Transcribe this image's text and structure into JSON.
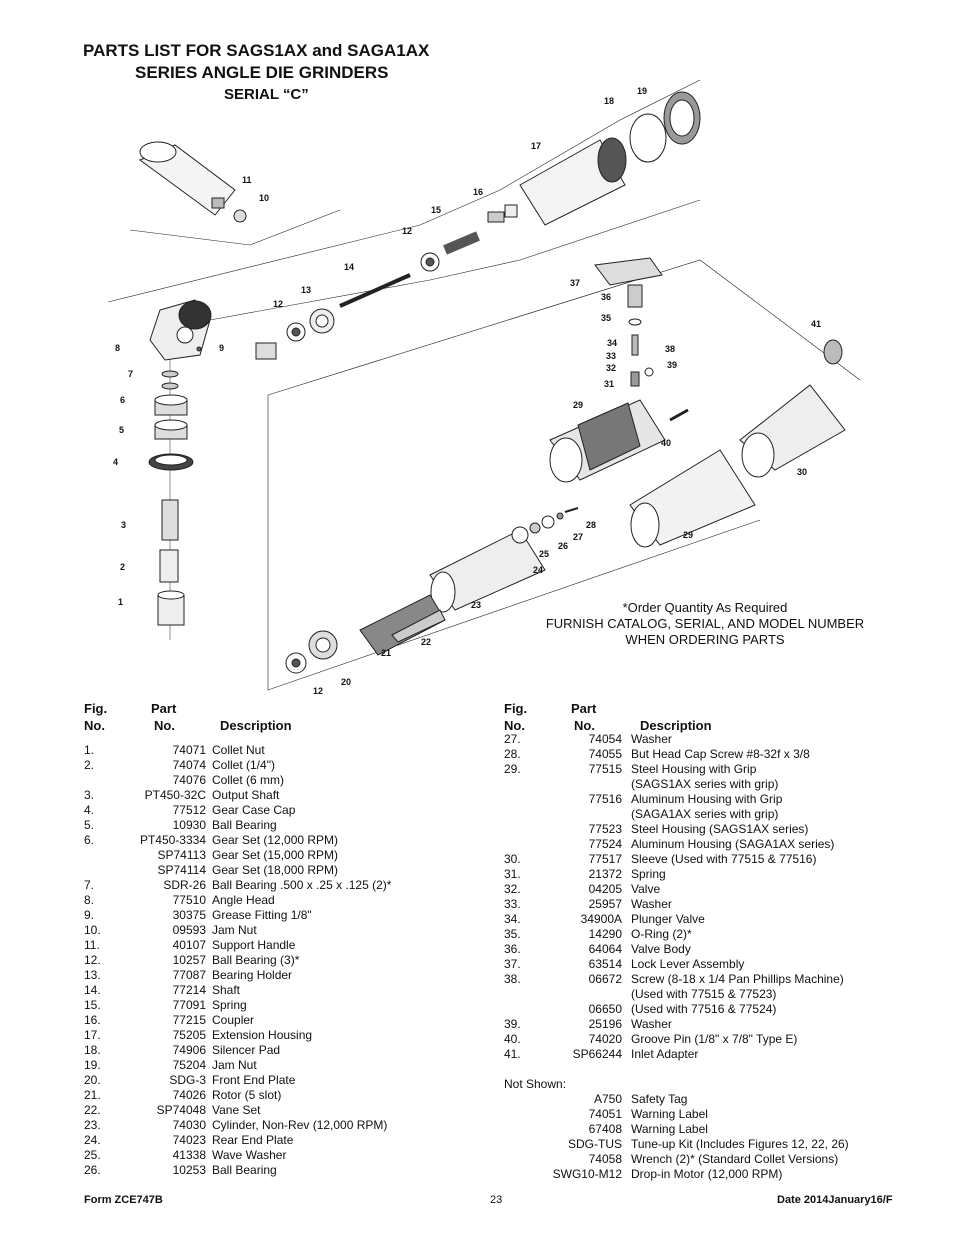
{
  "title": {
    "line1": "PARTS LIST FOR SAGS1AX and SAGA1AX",
    "line2": "SERIES ANGLE DIE GRINDERS",
    "line3": "SERIAL “C”"
  },
  "callouts": [
    "1",
    "2",
    "3",
    "4",
    "5",
    "6",
    "7",
    "8",
    "9",
    "10",
    "11",
    "12",
    "12",
    "12",
    "13",
    "14",
    "15",
    "16",
    "17",
    "18",
    "19",
    "20",
    "21",
    "22",
    "23",
    "24",
    "25",
    "26",
    "27",
    "28",
    "29",
    "29",
    "30",
    "31",
    "32",
    "33",
    "34",
    "35",
    "36",
    "37",
    "38",
    "39",
    "40",
    "41"
  ],
  "note": {
    "line1": "*Order Quantity As Required",
    "line2": "FURNISH CATALOG, SERIAL, AND MODEL NUMBER",
    "line3": "WHEN ORDERING PARTS"
  },
  "table_headers": {
    "fig_1": "Fig.",
    "fig_2": "No.",
    "part_1": "Part",
    "part_2": "No.",
    "desc": "Description"
  },
  "left_rows": [
    {
      "fig": "1.",
      "part": "74071",
      "desc": "Collet Nut"
    },
    {
      "fig": "2.",
      "part": "74074",
      "desc": "Collet (1/4\")"
    },
    {
      "fig": "",
      "part": "74076",
      "desc": "Collet (6 mm)"
    },
    {
      "fig": "3.",
      "part": "PT450-32C",
      "desc": "Output Shaft"
    },
    {
      "fig": "4.",
      "part": "77512",
      "desc": "Gear Case Cap"
    },
    {
      "fig": "5.",
      "part": "10930",
      "desc": "Ball Bearing"
    },
    {
      "fig": "6.",
      "part": "PT450-3334",
      "desc": "Gear Set (12,000 RPM)"
    },
    {
      "fig": "",
      "part": "SP74113",
      "desc": "Gear Set (15,000 RPM)"
    },
    {
      "fig": "",
      "part": "SP74114",
      "desc": "Gear Set (18,000 RPM)"
    },
    {
      "fig": "7.",
      "part": "SDR-26",
      "desc": "Ball Bearing .500 x .25 x .125 (2)*"
    },
    {
      "fig": "8.",
      "part": "77510",
      "desc": "Angle Head"
    },
    {
      "fig": "9.",
      "part": "30375",
      "desc": "Grease Fitting 1/8\""
    },
    {
      "fig": "10.",
      "part": "09593",
      "desc": "Jam Nut"
    },
    {
      "fig": "11.",
      "part": "40107",
      "desc": "Support Handle"
    },
    {
      "fig": "12.",
      "part": "10257",
      "desc": "Ball Bearing (3)*"
    },
    {
      "fig": "13.",
      "part": "77087",
      "desc": "Bearing Holder"
    },
    {
      "fig": "14.",
      "part": "77214",
      "desc": "Shaft"
    },
    {
      "fig": "15.",
      "part": "77091",
      "desc": "Spring"
    },
    {
      "fig": "16.",
      "part": "77215",
      "desc": "Coupler"
    },
    {
      "fig": "17.",
      "part": "75205",
      "desc": "Extension Housing"
    },
    {
      "fig": "18.",
      "part": "74906",
      "desc": "Silencer Pad"
    },
    {
      "fig": "19.",
      "part": "75204",
      "desc": "Jam Nut"
    },
    {
      "fig": "20.",
      "part": "SDG-3",
      "desc": "Front End Plate"
    },
    {
      "fig": "21.",
      "part": "74026",
      "desc": "Rotor (5 slot)"
    },
    {
      "fig": "22.",
      "part": "SP74048",
      "desc": "Vane Set"
    },
    {
      "fig": "23.",
      "part": "74030",
      "desc": "Cylinder, Non-Rev (12,000 RPM)"
    },
    {
      "fig": "24.",
      "part": "74023",
      "desc": "Rear End Plate"
    },
    {
      "fig": "25.",
      "part": "41338",
      "desc": "Wave Washer"
    },
    {
      "fig": "26.",
      "part": "10253",
      "desc": "Ball Bearing"
    }
  ],
  "right_rows": [
    {
      "fig": "27.",
      "part": "74054",
      "desc": "Washer"
    },
    {
      "fig": "28.",
      "part": "74055",
      "desc": "But Head Cap Screw #8-32f x 3/8"
    },
    {
      "fig": "29.",
      "part": "77515",
      "desc": "Steel Housing with Grip"
    },
    {
      "fig": "",
      "part": "",
      "desc": "(SAGS1AX series with grip)"
    },
    {
      "fig": "",
      "part": "77516",
      "desc": "Aluminum Housing with Grip"
    },
    {
      "fig": "",
      "part": "",
      "desc": "(SAGA1AX series with grip)"
    },
    {
      "fig": "",
      "part": "77523",
      "desc": "Steel Housing (SAGS1AX series)"
    },
    {
      "fig": "",
      "part": "77524",
      "desc": "Aluminum Housing (SAGA1AX series)"
    },
    {
      "fig": "30.",
      "part": "77517",
      "desc": "Sleeve (Used with 77515 & 77516)"
    },
    {
      "fig": "31.",
      "part": "21372",
      "desc": "Spring"
    },
    {
      "fig": "32.",
      "part": "04205",
      "desc": "Valve"
    },
    {
      "fig": "33.",
      "part": "25957",
      "desc": "Washer"
    },
    {
      "fig": "34.",
      "part": "34900A",
      "desc": "Plunger Valve"
    },
    {
      "fig": "35.",
      "part": "14290",
      "desc": "O-Ring (2)*"
    },
    {
      "fig": "36.",
      "part": "64064",
      "desc": "Valve Body"
    },
    {
      "fig": "37.",
      "part": "63514",
      "desc": "Lock Lever Assembly"
    },
    {
      "fig": "38.",
      "part": "06672",
      "desc": "Screw (8-18 x 1/4 Pan Phillips Machine)"
    },
    {
      "fig": "",
      "part": "",
      "desc": "(Used with 77515 & 77523)"
    },
    {
      "fig": "",
      "part": "06650",
      "desc": "(Used with 77516 & 77524)"
    },
    {
      "fig": "39.",
      "part": "25196",
      "desc": "Washer"
    },
    {
      "fig": "40.",
      "part": "74020",
      "desc": "Groove Pin (1/8\" x 7/8\" Type E)"
    },
    {
      "fig": "41.",
      "part": "SP66244",
      "desc": "Inlet Adapter"
    }
  ],
  "not_shown_label": "Not Shown:",
  "not_shown_rows": [
    {
      "part": "A750",
      "desc": "Safety Tag"
    },
    {
      "part": "74051",
      "desc": "Warning Label"
    },
    {
      "part": "67408",
      "desc": "Warning Label"
    },
    {
      "part": "SDG-TUS",
      "desc": "Tune-up Kit (Includes Figures 12, 22, 26)"
    },
    {
      "part": "74058",
      "desc": "Wrench (2)* (Standard Collet Versions)"
    },
    {
      "part": "SWG10-M12",
      "desc": "Drop-in Motor (12,000 RPM)"
    }
  ],
  "footer": {
    "form": "Form ZCE747B",
    "page": "23",
    "date": "Date 2014January16/F"
  }
}
